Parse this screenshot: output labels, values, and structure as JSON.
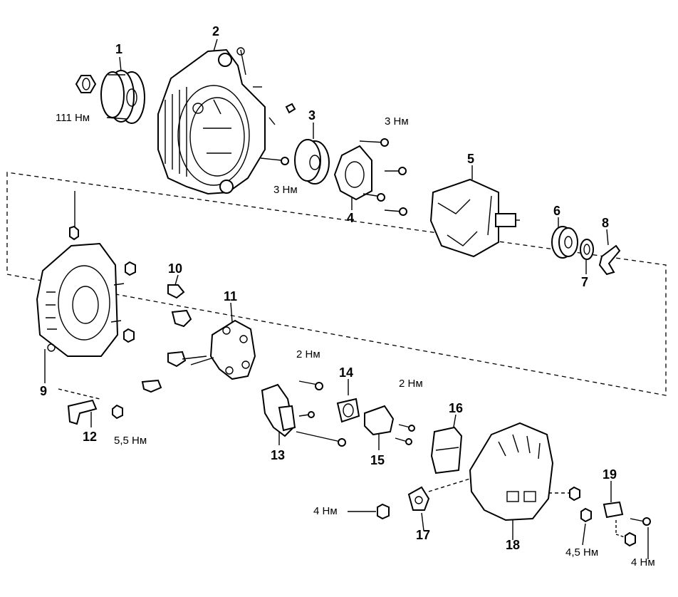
{
  "parts": [
    {
      "number": "1"
    },
    {
      "number": "2"
    },
    {
      "number": "3"
    },
    {
      "number": "4"
    },
    {
      "number": "5"
    },
    {
      "number": "6"
    },
    {
      "number": "7"
    },
    {
      "number": "8"
    },
    {
      "number": "9"
    },
    {
      "number": "10"
    },
    {
      "number": "11"
    },
    {
      "number": "12"
    },
    {
      "number": "13"
    },
    {
      "number": "14"
    },
    {
      "number": "15"
    },
    {
      "number": "16"
    },
    {
      "number": "17"
    },
    {
      "number": "18"
    },
    {
      "number": "19"
    }
  ],
  "torques": [
    {
      "value": "111 Нм"
    },
    {
      "value": "3 Нм"
    },
    {
      "value": "3 Нм"
    },
    {
      "value": "5,5 Нм"
    },
    {
      "value": "2 Нм"
    },
    {
      "value": "2 Нм"
    },
    {
      "value": "4 Нм"
    },
    {
      "value": "4,5 Нм"
    },
    {
      "value": "4 Нм"
    }
  ]
}
